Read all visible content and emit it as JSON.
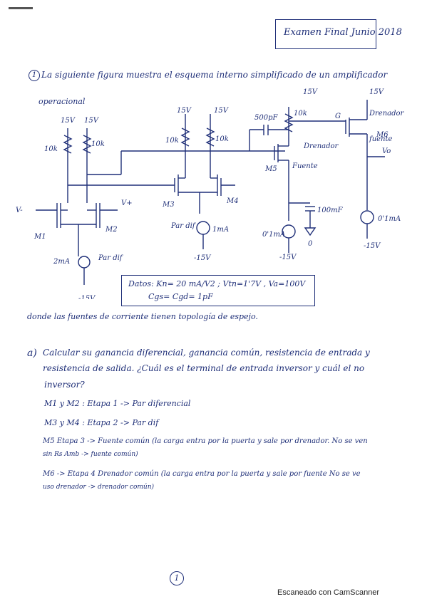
{
  "header": {
    "title": "Examen Final Junio 2018"
  },
  "question": {
    "number": "1",
    "intro_line1": "La siguiente figura muestra el esquema interno simplificado de un amplificador",
    "intro_line2": "operacional",
    "after_figure": "donde las fuentes de corriente tienen topología de espejo."
  },
  "circuit": {
    "supply_pos": "15V",
    "supply_neg": "-15V",
    "r1": "10k",
    "r2": "10k",
    "r3": "10k",
    "r4": "10k",
    "r5": "10k",
    "cap_c": "500pF",
    "cap_bypass": "100mF",
    "src_pair1": "2mA",
    "src_pair2": "1mA",
    "src_m5": "0'1mA",
    "src_m6": "0'1mA",
    "labels": {
      "m1": "M1",
      "m2": "M2",
      "m3": "M3",
      "m4": "M4",
      "m5": "M5",
      "m6": "M6",
      "vin_minus": "V-",
      "vin_plus": "V+",
      "vo": "Vo",
      "par_dif1": "Par dif",
      "par_dif2": "Par dif",
      "drenador": "Drenador",
      "fuente": "Fuente",
      "gate": "G",
      "drenador2": "Drenador",
      "fuente2": "fuente",
      "zero": "0"
    }
  },
  "datos": {
    "line1": "Datos: Kn= 20 mA/V2 ; Vtn=1'7V , Va=100V",
    "line2": "Cgs= Cgd= 1pF"
  },
  "part_a": {
    "label": "a)",
    "line1": "Calcular su ganancia diferencial, ganancia común, resistencia de entrada y",
    "line2": "resistencia de salida. ¿Cuál es el terminal de entrada inversor y cuál el no",
    "line3": "inversor?"
  },
  "notes": [
    "M1 y M2 : Etapa 1 -> Par diferencial",
    "M3 y M4 : Etapa 2 -> Par dif",
    "M5 Etapa 3 -> Fuente común (la carga entra por la puerta y sale por drenador. No se ven",
    "sin Rs                       Amb -> fuente común)",
    "M6 -> Etapa 4  Drenador común (la carga entra por la puerta y sale por fuente No se ve",
    "uso drenador -> drenador común)"
  ],
  "page_number": "1",
  "footer": "Escaneado con CamScanner"
}
